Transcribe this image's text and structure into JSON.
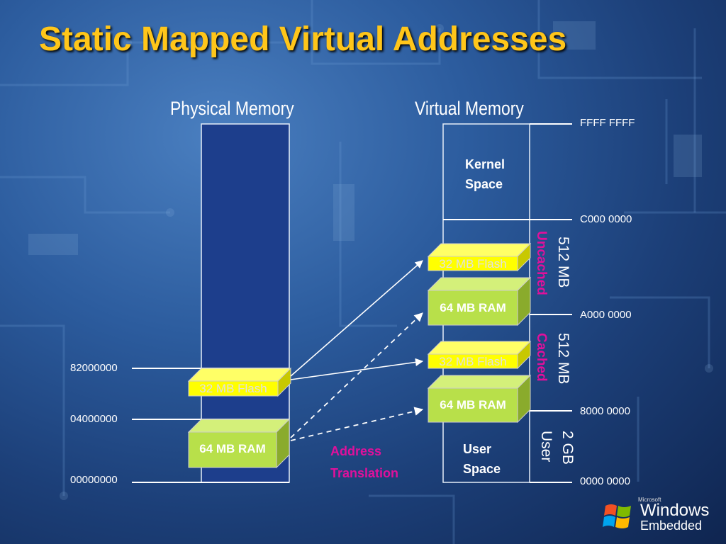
{
  "title": "Static Mapped Virtual Addresses",
  "physical": {
    "header": "Physical Memory",
    "addresses": [
      "82000000",
      "04000000",
      "00000000"
    ],
    "flash_label": "32 MB Flash",
    "ram_label": "64 MB RAM"
  },
  "virtual": {
    "header": "Virtual Memory",
    "addresses": [
      "FFFF FFFF",
      "C000 0000",
      "A000 0000",
      "8000 0000",
      "0000 0000"
    ],
    "kernel_space": [
      "Kernel",
      "Space"
    ],
    "user_space": [
      "User",
      "Space"
    ],
    "uncached_flash": "32 MB Flash",
    "uncached_ram": "64 MB RAM",
    "cached_flash": "32 MB Flash",
    "cached_ram": "64 MB RAM",
    "size_uncached": "512 MB",
    "size_cached": "512 MB",
    "uncached_label": "Uncached",
    "cached_label": "Cached",
    "size_user": "2 GB",
    "user_label": "User"
  },
  "translation_label": [
    "Address",
    "Translation"
  ],
  "logo": {
    "microsoft": "Microsoft",
    "windows": "Windows",
    "embedded": "Embedded",
    "icon": "windows-flag-icon"
  },
  "colors": {
    "title": "#ffc61a",
    "flash": "#ffff00",
    "ram": "#b8e04a",
    "accent": "#e0109c",
    "column": "#1d3e8c"
  }
}
